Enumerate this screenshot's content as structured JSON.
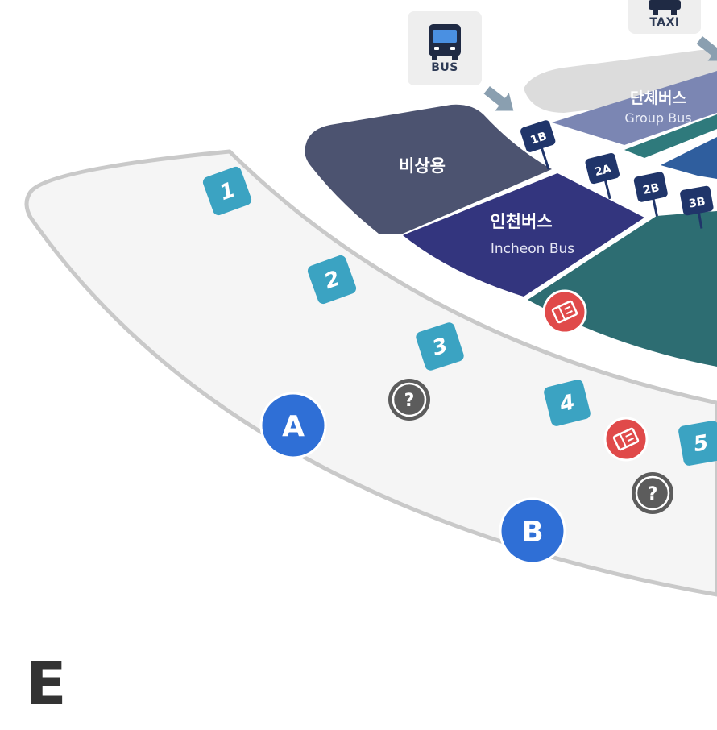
{
  "transport": {
    "bus_label": "BUS",
    "taxi_label": "TAXI"
  },
  "zones": {
    "emergency": "비상용",
    "incheon_bus_ko": "인천버스",
    "incheon_bus_en": "Incheon Bus",
    "group_bus_ko": "단체버스",
    "group_bus_en": "Group Bus"
  },
  "stop_signs": [
    "1B",
    "2A",
    "2B",
    "3B"
  ],
  "gates": [
    "1",
    "2",
    "3",
    "4",
    "5"
  ],
  "exits": [
    "A",
    "B"
  ],
  "info_symbol": "?",
  "area_letter": "E",
  "colors": {
    "gate_teal": "#3ba3c2",
    "exit_blue": "#2f6fd6",
    "ticket_red": "#e04a4a",
    "info_gray": "#5c5c5c",
    "emergency_zone": "#4c5370",
    "incheon_zone": "#33357e",
    "group_zone": "#7b86b3",
    "green_zone": "#2d6d72",
    "stop_sign_navy": "#20356a"
  },
  "icons": [
    "bus-icon",
    "taxi-icon",
    "arrow-icon",
    "ticket-icon",
    "info-icon"
  ]
}
